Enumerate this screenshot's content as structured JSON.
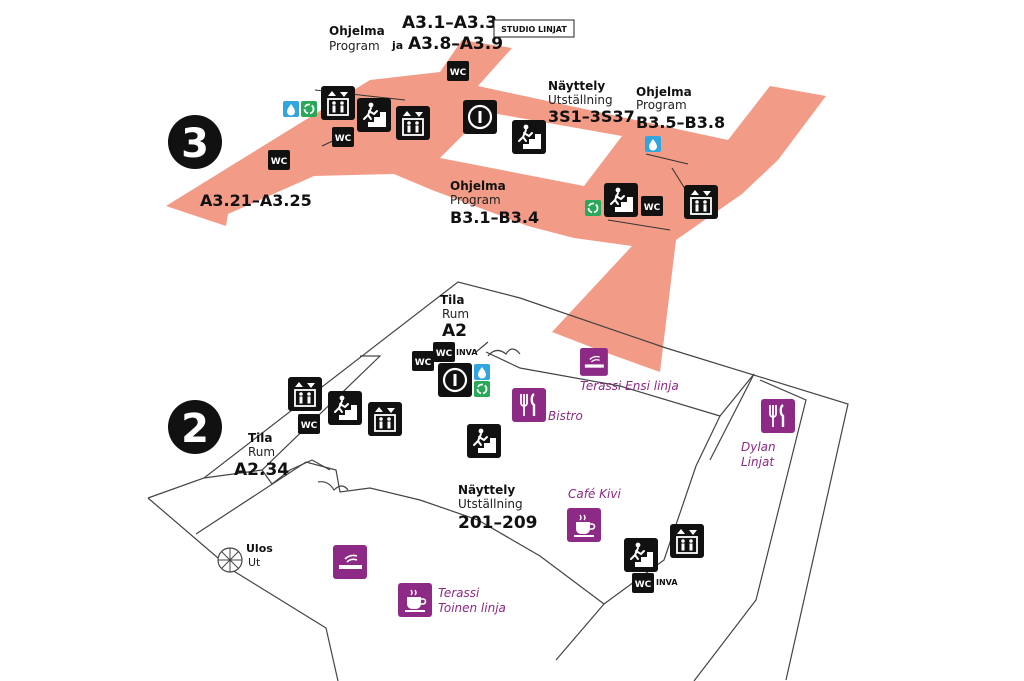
{
  "colors": {
    "floor3": "#f29b87",
    "icon_black": "#111111",
    "icon_purple": "#8c2a85",
    "icon_green": "#2aa85a",
    "icon_blue": "#33a5de",
    "outline": "#444444"
  },
  "floors": {
    "upper_badge": "3",
    "lower_badge": "2"
  },
  "labels": {
    "ohjelma": "Ohjelma",
    "program": "Program",
    "a31_a33": "A3.1–A3.3",
    "ja": "ja",
    "a38_a39": "A3.8–A3.9",
    "studio": "STUDIO LINJAT",
    "nayttely": "Näyttely",
    "utstallning": "Utställning",
    "s3_range": "3S1–3S37",
    "b35_b38": "B3.5–B3.8",
    "a321_a325": "A3.21–A3.25",
    "b31_b34": "B3.1–B3.4",
    "tila": "Tila",
    "rum": "Rum",
    "a2": "A2",
    "a234": "A2.34",
    "range_201_209": "201–209",
    "ulos": "Ulos",
    "ut": "Ut",
    "wc": "WC",
    "inva": "INVA"
  },
  "places": {
    "terassi_ensi": "Terassi Ensi linja",
    "bistro": "Bistro",
    "dylan_1": "Dylan",
    "dylan_2": "Linjat",
    "cafe_kivi": "Café Kivi",
    "terassi_toinen_1": "Terassi",
    "terassi_toinen_2": "Toinen linja"
  },
  "icons": {
    "elevator": "elevator-icon",
    "stairs": "stairs-icon",
    "wc": "wc-icon",
    "info": "info-icon",
    "water": "water-drop-icon",
    "recycle": "recycle-icon",
    "restaurant": "fork-knife-icon",
    "cafe": "coffee-cup-icon",
    "smoking": "smoking-area-icon",
    "exit": "revolving-door-icon"
  }
}
